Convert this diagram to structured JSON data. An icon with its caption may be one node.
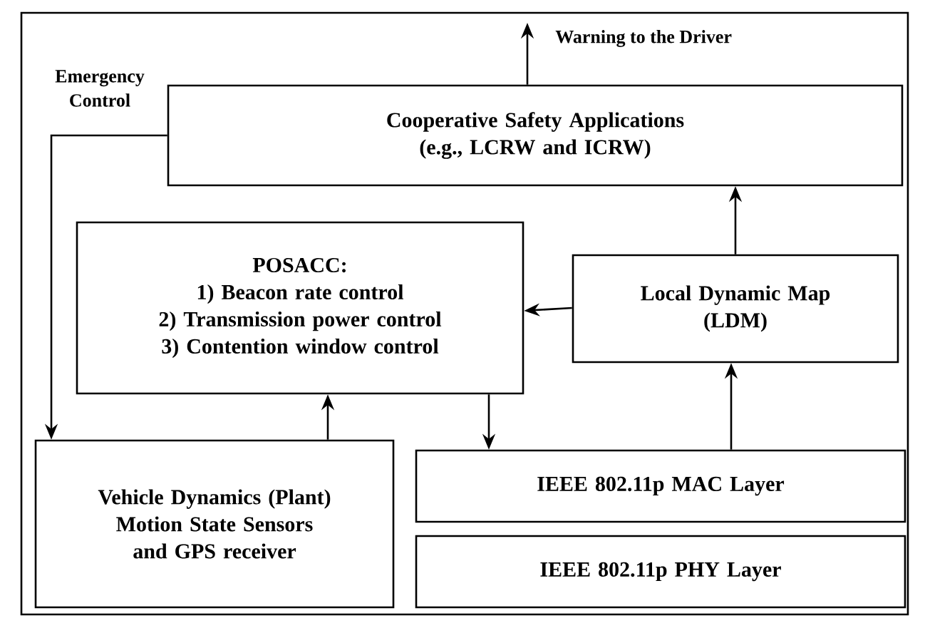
{
  "diagram": {
    "nodes": [
      {
        "text": [
          "Cooperative Safety Applications",
          "(e.g., LCRW and ICRW)"
        ]
      },
      {
        "text": [
          "POSACC:",
          "1) Beacon rate control",
          "2) Transmission power control",
          "3) Contention window control"
        ]
      },
      {
        "text": [
          "Local Dynamic Map",
          "(LDM)"
        ]
      },
      {
        "text": [
          "Vehicle Dynamics (Plant)",
          "Motion State Sensors and GPS receiver"
        ]
      },
      {
        "text": [
          "IEEE 802.11p MAC Layer"
        ]
      },
      {
        "text": [
          "IEEE 802.11p PHY Layer"
        ]
      }
    ],
    "edges": [
      {
        "from": 0,
        "to": null,
        "arrow": "to",
        "label": "Warning to the Driver"
      },
      {
        "from": 0,
        "to": 3,
        "arrow": "to",
        "label": "Emergency Control"
      },
      {
        "from": 2,
        "to": 0,
        "arrow": "to"
      },
      {
        "from": 2,
        "to": 1,
        "arrow": "to"
      },
      {
        "from": 3,
        "to": 1,
        "arrow": "to"
      },
      {
        "from": 1,
        "to": 4,
        "arrow": "to"
      },
      {
        "from": 4,
        "to": 2,
        "arrow": "to"
      }
    ]
  }
}
